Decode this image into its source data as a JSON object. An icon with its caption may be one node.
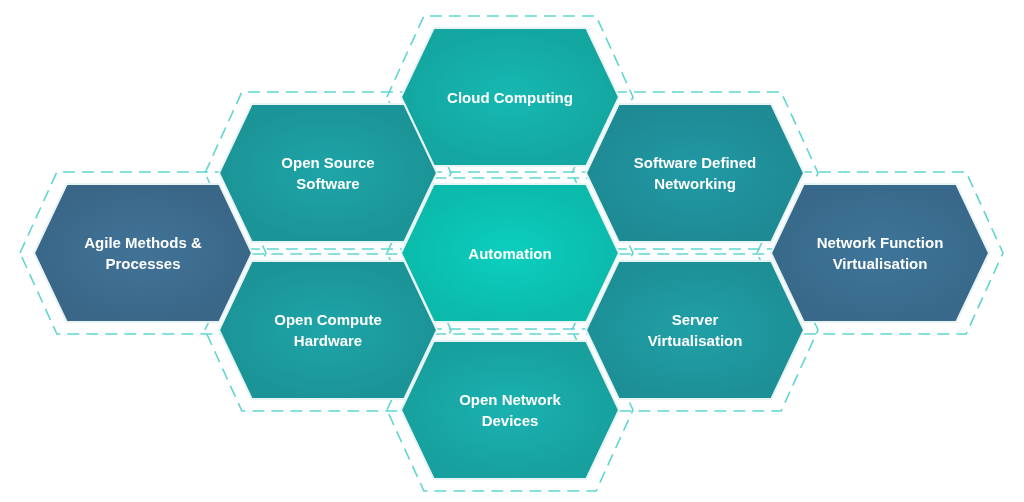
{
  "diagram": {
    "nodes": [
      {
        "text": [
          "Cloud Computing"
        ]
      },
      {
        "text": [
          "Open Source Software"
        ]
      },
      {
        "text": [
          "Software Defined Networking"
        ]
      },
      {
        "text": [
          "Agile Methods & Processes"
        ]
      },
      {
        "text": [
          "Automation"
        ]
      },
      {
        "text": [
          "Network Function Virtualisation"
        ]
      },
      {
        "text": [
          "Open Compute Hardware"
        ]
      },
      {
        "text": [
          "Server Virtualisation"
        ]
      },
      {
        "text": [
          "Open Network Devices"
        ]
      }
    ]
  }
}
